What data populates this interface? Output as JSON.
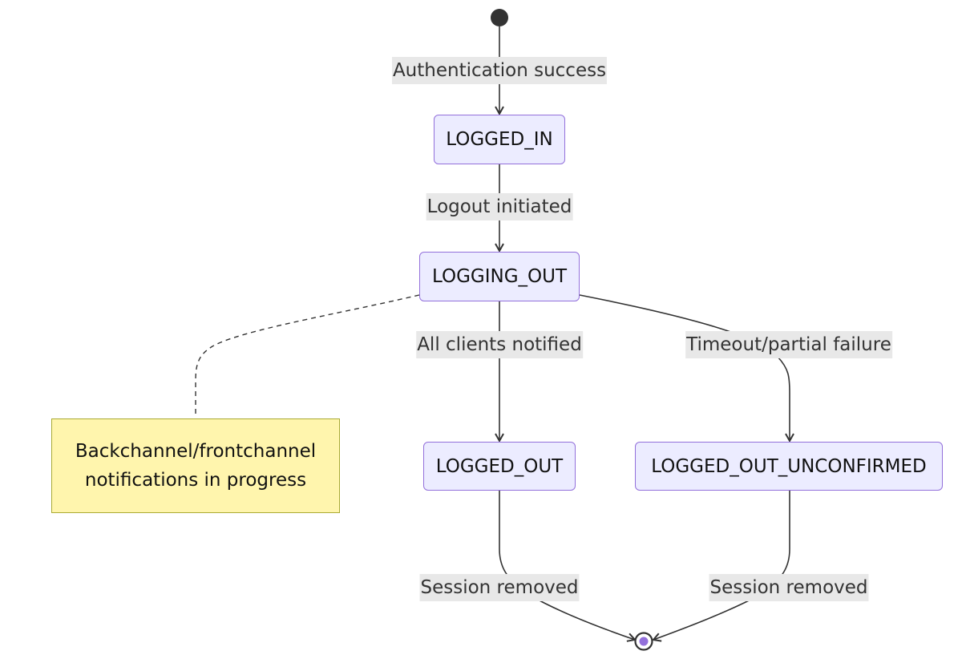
{
  "states": {
    "logged_in": "LOGGED_IN",
    "logging_out": "LOGGING_OUT",
    "logged_out": "LOGGED_OUT",
    "logged_out_unconfirmed": "LOGGED_OUT_UNCONFIRMED"
  },
  "transitions": {
    "auth_success": "Authentication success",
    "logout_initiated": "Logout initiated",
    "all_clients_notified": "All clients notified",
    "timeout_partial_failure": "Timeout/partial failure",
    "session_removed_left": "Session removed",
    "session_removed_right": "Session removed"
  },
  "note": {
    "line1": "Backchannel/frontchannel",
    "line2": "notifications in progress"
  },
  "colors": {
    "state_fill": "#ececff",
    "state_border": "#9370db",
    "note_fill": "#fff5ad",
    "note_border": "#aaaa33",
    "edge": "#333333",
    "label_bg": "#e8e8e8"
  }
}
